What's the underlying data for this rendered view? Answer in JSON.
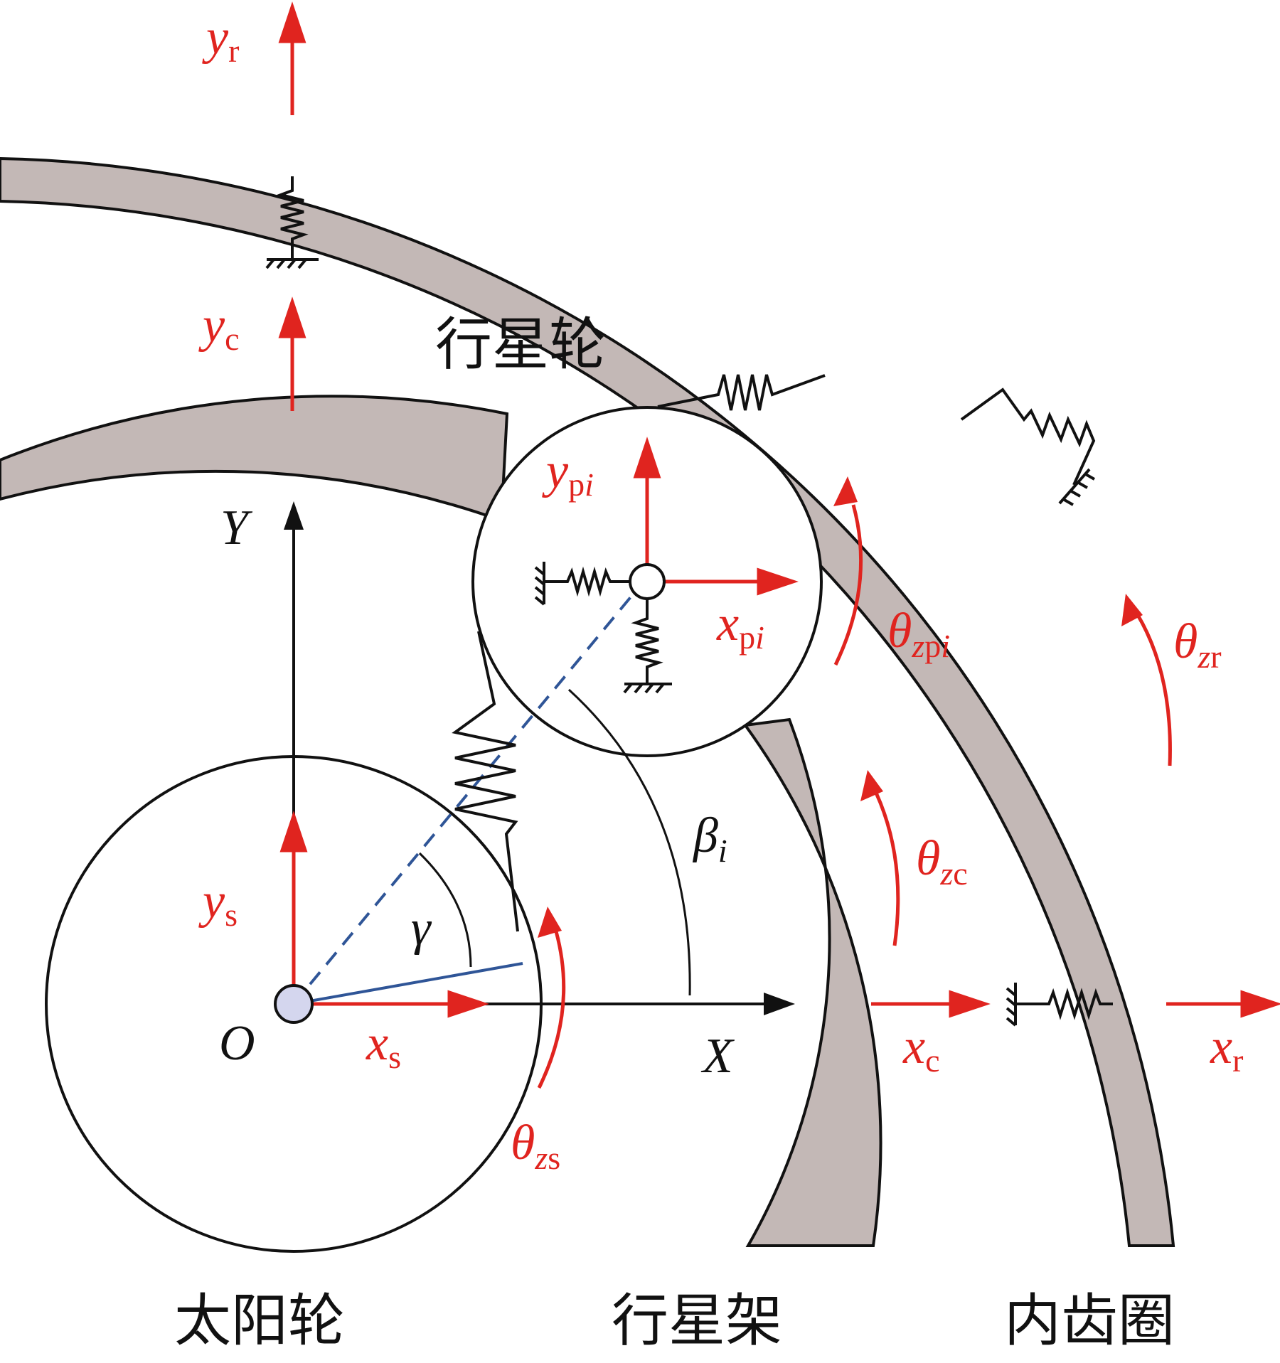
{
  "colors": {
    "red": "#e0241f",
    "black": "#111111",
    "blue": "#2f5597",
    "ring_fill": "#c3b8b6",
    "hub_fill": "#d4d6ee"
  },
  "labels": {
    "y_r": {
      "main": "y",
      "sub": "r"
    },
    "y_c": {
      "main": "y",
      "sub": "c"
    },
    "Y": "Y",
    "X": "X",
    "O": "O",
    "y_pi": {
      "main": "y",
      "sub_a": "p",
      "sub_b": "i"
    },
    "x_pi": {
      "main": "x",
      "sub_a": "p",
      "sub_b": "i"
    },
    "theta_zpi": {
      "main": "θ",
      "sub_a": "z",
      "sub_b": "p",
      "sub_c": "i"
    },
    "theta_zr": {
      "main": "θ",
      "sub_a": "z",
      "sub_b": "r"
    },
    "theta_zc": {
      "main": "θ",
      "sub_a": "z",
      "sub_b": "c"
    },
    "theta_zs": {
      "main": "θ",
      "sub_a": "z",
      "sub_b": "s"
    },
    "beta_i": {
      "main": "β",
      "sub": "i"
    },
    "gamma": "γ",
    "y_s": {
      "main": "y",
      "sub": "s"
    },
    "x_s": {
      "main": "x",
      "sub": "s"
    },
    "x_c": {
      "main": "x",
      "sub": "c"
    },
    "x_r": {
      "main": "x",
      "sub": "r"
    }
  },
  "captions": {
    "planet_gear": "行星轮",
    "sun_gear": "太阳轮",
    "carrier": "行星架",
    "ring_gear": "内齿圈"
  }
}
